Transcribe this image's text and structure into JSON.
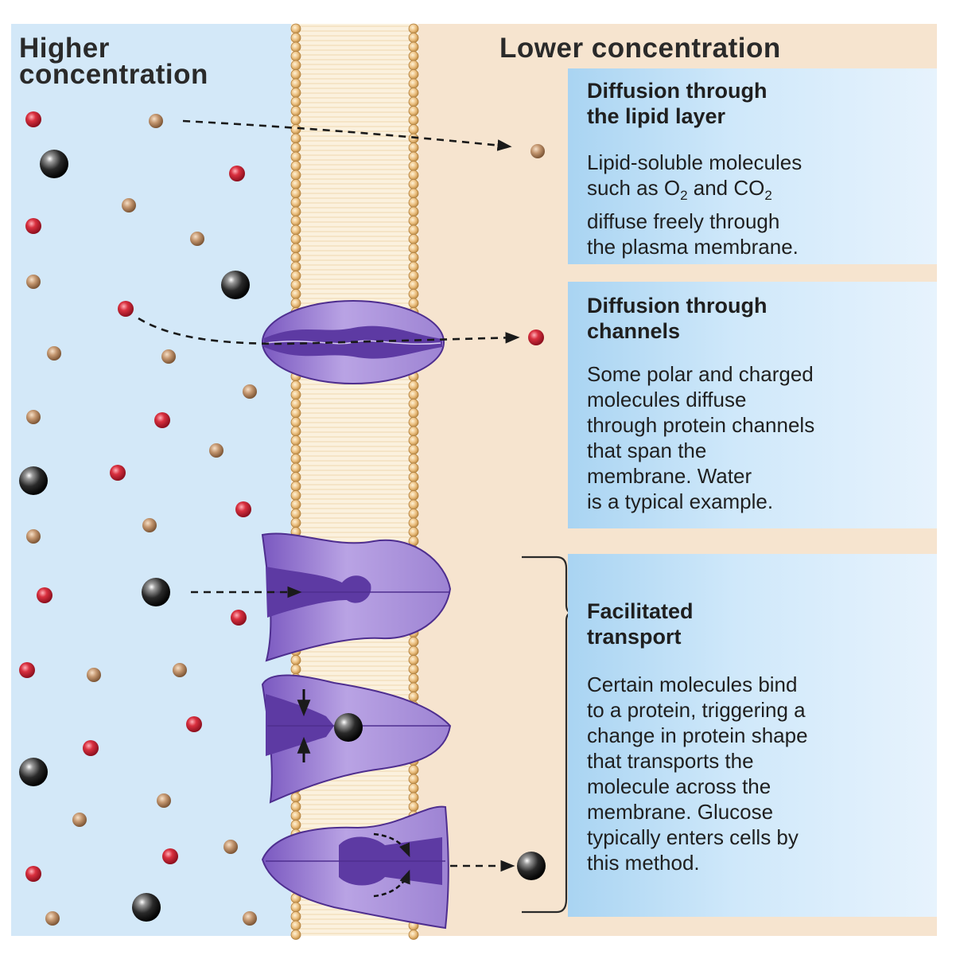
{
  "labels": {
    "higher_line1": "Higher",
    "higher_line2": "concentration",
    "lower": "Lower concentration"
  },
  "panels": [
    {
      "title_lines": [
        "Diffusion through",
        "the lipid layer"
      ],
      "body": [
        "Lipid-soluble molecules",
        "such as O",
        "2",
        " and CO",
        "2",
        "diffuse freely through",
        "the plasma membrane."
      ]
    },
    {
      "title_lines": [
        "Diffusion through",
        "channels"
      ],
      "body": "Some polar and charged\nmolecules diffuse\nthrough protein channels\nthat span the\nmembrane. Water\nis a typical example."
    },
    {
      "title_lines": [
        "Facilitated",
        "transport"
      ],
      "body": "Certain molecules bind\nto a protein, triggering a\nchange in protein shape\nthat transports the\nmolecule across the\nmembrane. Glucose\ntypically enters cells by\nthis method."
    }
  ],
  "colors": {
    "outside": "#d3e8f8",
    "inside": "#f6e4cf",
    "membrane_core": "#fbf1de",
    "phospholipid_head": "#e9bd7c",
    "protein": "#a990d6",
    "protein_dark": "#56339a",
    "small_molecule": "#cf2a3e",
    "lipid_molecule": "#c49770",
    "glucose": "#151515"
  }
}
